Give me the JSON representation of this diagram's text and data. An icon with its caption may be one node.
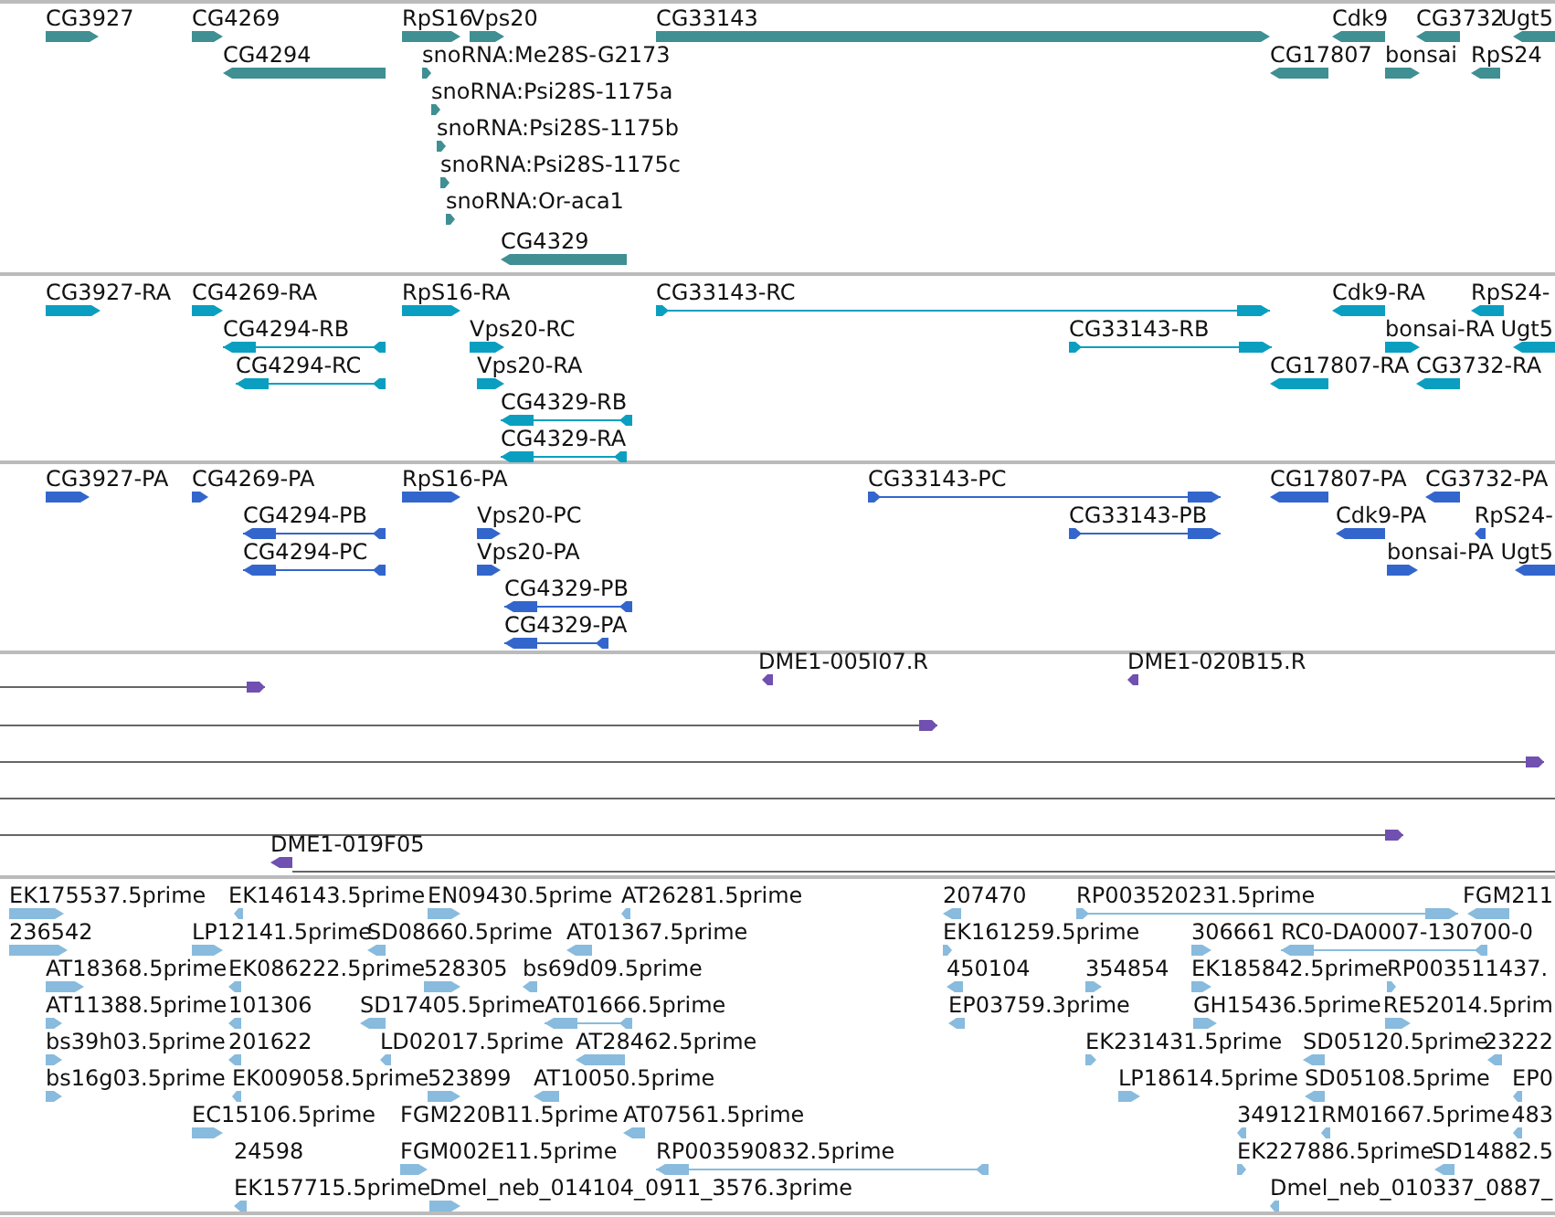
{
  "diagram": {
    "labels": [
      "CG3927",
      "CG4269",
      "RpS16",
      "Vps20",
      "CG33143",
      "Cdk9",
      "CG3732",
      "Ugt5",
      "CG4294",
      "snoRNA:Me28S-G2173",
      "CG17807",
      "bonsai",
      "RpS24",
      "snoRNA:Psi28S-1175a",
      "snoRNA:Psi28S-1175b",
      "snoRNA:Psi28S-1175c",
      "snoRNA:Or-aca1",
      "CG4329",
      "CG3927-RA",
      "CG4269-RA",
      "RpS16-RA",
      "CG33143-RC",
      "Cdk9-RA",
      "RpS24-",
      "CG4294-RB",
      "Vps20-RC",
      "CG33143-RB",
      "bonsai-RA",
      "Ugt5",
      "CG4294-RC",
      "Vps20-RA",
      "CG17807-RA",
      "CG3732-RA",
      "CG4329-RB",
      "CG4329-RA",
      "CG3927-PA",
      "CG4269-PA",
      "RpS16-PA",
      "CG33143-PC",
      "CG17807-PA",
      "CG3732-PA",
      "CG4294-PB",
      "Vps20-PC",
      "CG33143-PB",
      "Cdk9-PA",
      "RpS24-",
      "CG4294-PC",
      "Vps20-PA",
      "bonsai-PA",
      "Ugt5",
      "CG4329-PB",
      "CG4329-PA",
      "DME1-005I07.R",
      "DME1-020B15.R",
      "DME1-019F05",
      "EK175537.5prime",
      "EK146143.5prime",
      "EN09430.5prime",
      "AT26281.5prime",
      "207470",
      "RP003520231.5prime",
      "FGM211",
      "236542",
      "LP12141.5prime",
      "SD08660.5prime",
      "AT01367.5prime",
      "EK161259.5prime",
      "306661",
      "RC0-DA0007-130700-0",
      "AT18368.5prime",
      "EK086222.5prime",
      "528305",
      "bs69d09.5prime",
      "450104",
      "354854",
      "EK185842.5prime",
      "RP003511437.",
      "AT11388.5prime",
      "101306",
      "SD17405.5prime",
      "AT01666.5prime",
      "EP03759.3prime",
      "GH15436.5prime",
      "RE52014.5prim",
      "bs39h03.5prime",
      "201622",
      "LD02017.5prime",
      "AT28462.5prime",
      "EK231431.5prime",
      "SD05120.5prime",
      "23222",
      "bs16g03.5prime",
      "EK009058.5prime",
      "523899",
      "AT10050.5prime",
      "LP18614.5prime",
      "SD05108.5prime",
      "EP0",
      "EC15106.5prime",
      "FGM220B11.5prime",
      "AT07561.5prime",
      "349121",
      "RM01667.5prime",
      "483",
      "24598",
      "FGM002E11.5prime",
      "RP003590832.5prime",
      "EK227886.5prime",
      "SD14882.5",
      "EK157715.5prime",
      "Dmel_neb_014104_0911_3576.3prime",
      "Dmel_neb_010337_0887_"
    ]
  }
}
